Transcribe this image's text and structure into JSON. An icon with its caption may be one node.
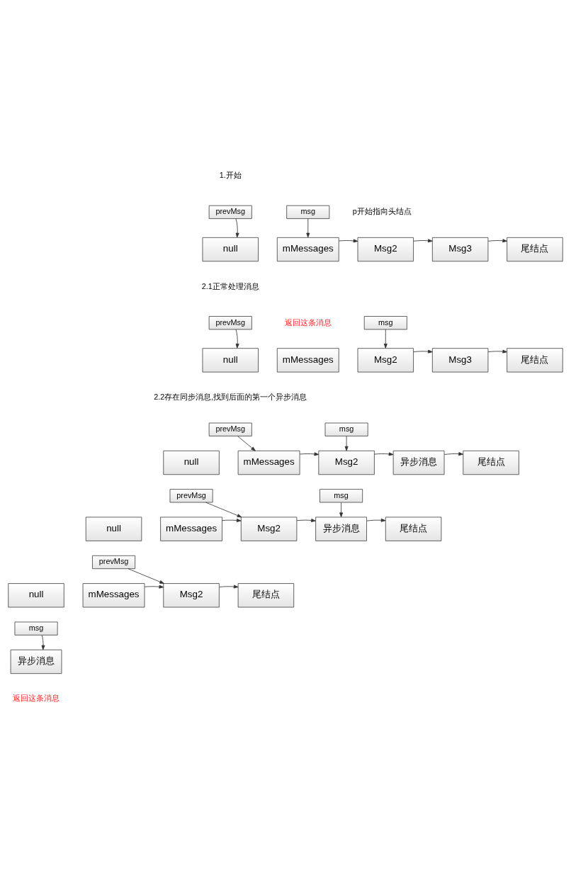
{
  "diagram": {
    "nodes": [
      {
        "text": [
          "prevMsg"
        ]
      },
      {
        "text": [
          "msg"
        ],
        "beside": [
          "p开始指向头结点"
        ]
      },
      {
        "text": [
          "null"
        ]
      },
      {
        "text": [
          "mMessages"
        ]
      },
      {
        "text": [
          "Msg2"
        ]
      },
      {
        "text": [
          "Msg3"
        ]
      },
      {
        "text": [
          "尾结点"
        ]
      },
      {
        "text": [
          "prevMsg"
        ]
      },
      {
        "text": [
          "null"
        ]
      },
      {
        "text": [
          "mMessages"
        ],
        "beside": [
          "返回这条消息"
        ]
      },
      {
        "text": [
          "msg"
        ]
      },
      {
        "text": [
          "Msg2"
        ]
      },
      {
        "text": [
          "Msg3"
        ]
      },
      {
        "text": [
          "尾结点"
        ]
      },
      {
        "text": [
          "prevMsg"
        ]
      },
      {
        "text": [
          "msg"
        ]
      },
      {
        "text": [
          "null"
        ]
      },
      {
        "text": [
          "mMessages"
        ]
      },
      {
        "text": [
          "Msg2"
        ]
      },
      {
        "text": [
          "异步消息"
        ]
      },
      {
        "text": [
          "尾结点"
        ]
      },
      {
        "text": [
          "prevMsg"
        ]
      },
      {
        "text": [
          "msg"
        ]
      },
      {
        "text": [
          "null"
        ]
      },
      {
        "text": [
          "mMessages"
        ]
      },
      {
        "text": [
          "Msg2"
        ]
      },
      {
        "text": [
          "异步消息"
        ]
      },
      {
        "text": [
          "尾结点"
        ]
      },
      {
        "text": [
          "prevMsg"
        ]
      },
      {
        "text": [
          "null"
        ]
      },
      {
        "text": [
          "mMessages"
        ]
      },
      {
        "text": [
          "Msg2"
        ]
      },
      {
        "text": [
          "尾结点"
        ]
      },
      {
        "text": [
          "msg"
        ]
      },
      {
        "text": [
          "异步消息"
        ],
        "beside": [
          "返回这条消息"
        ]
      }
    ],
    "edges": [
      {
        "from": 0,
        "to": 2,
        "arrow": "to"
      },
      {
        "from": 1,
        "to": 3,
        "arrow": "to"
      },
      {
        "from": 3,
        "to": 4,
        "arrow": "to"
      },
      {
        "from": 4,
        "to": 5,
        "arrow": "to"
      },
      {
        "from": 5,
        "to": 6,
        "arrow": "to"
      },
      {
        "from": 7,
        "to": 8,
        "arrow": "to"
      },
      {
        "from": 10,
        "to": 11,
        "arrow": "to"
      },
      {
        "from": 11,
        "to": 12,
        "arrow": "to"
      },
      {
        "from": 12,
        "to": 13,
        "arrow": "to"
      },
      {
        "from": 14,
        "to": 17,
        "arrow": "to"
      },
      {
        "from": 15,
        "to": 18,
        "arrow": "to"
      },
      {
        "from": 17,
        "to": 18,
        "arrow": "to"
      },
      {
        "from": 18,
        "to": 19,
        "arrow": "to"
      },
      {
        "from": 19,
        "to": 20,
        "arrow": "to"
      },
      {
        "from": 21,
        "to": 25,
        "arrow": "to"
      },
      {
        "from": 22,
        "to": 26,
        "arrow": "to"
      },
      {
        "from": 24,
        "to": 25,
        "arrow": "to"
      },
      {
        "from": 25,
        "to": 26,
        "arrow": "to"
      },
      {
        "from": 26,
        "to": 27,
        "arrow": "to"
      },
      {
        "from": 28,
        "to": 31,
        "arrow": "to"
      },
      {
        "from": 30,
        "to": 31,
        "arrow": "to"
      },
      {
        "from": 31,
        "to": 32,
        "arrow": "to"
      },
      {
        "from": 33,
        "to": 34,
        "arrow": "to"
      }
    ],
    "labels": [
      "1.开始",
      "2.1正常处理消息",
      "2.2存在同步消息,找到后面的第一个异步消息"
    ]
  }
}
